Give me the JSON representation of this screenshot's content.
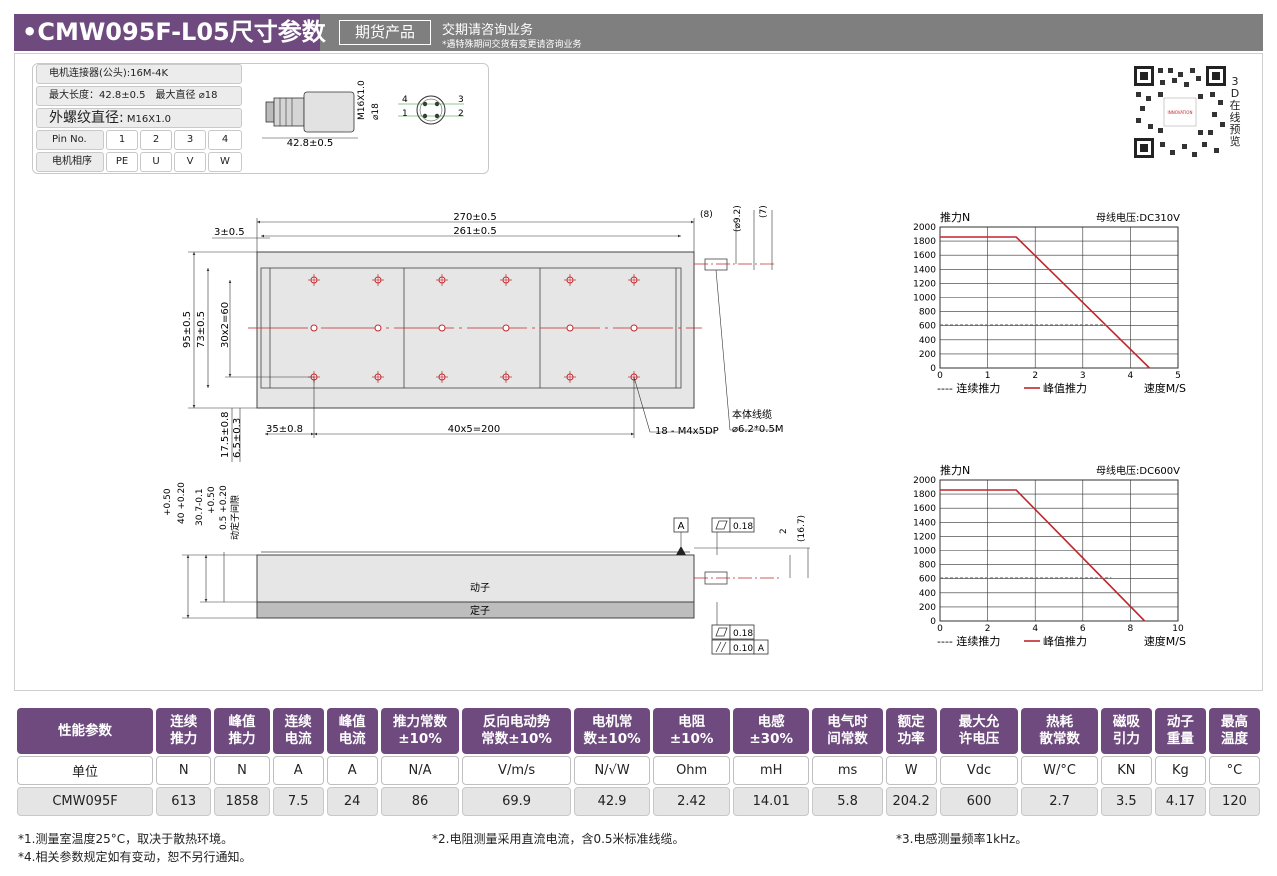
{
  "header": {
    "title": "•CMW095F-L05尺寸参数",
    "tag": "期货产品",
    "note_main": "交期请咨询业务",
    "note_sub": "*遇特殊期间交货有变更请咨询业务"
  },
  "connector": {
    "type_line": "电机连接器(公头):16M-4K",
    "length_line": "最大长度：42.8±0.5　最大直径 ⌀18",
    "thread_label": "外螺纹直径:",
    "thread_value": "M16X1.0",
    "pin_label": "Pin No.",
    "pins": [
      "1",
      "2",
      "3",
      "4"
    ],
    "phase_label": "电机相序",
    "phases": [
      "PE",
      "U",
      "V",
      "W"
    ],
    "dim_length": "42.8±0.5",
    "dim_thread": "M16X1.0",
    "dim_dia": "⌀18",
    "pin_nums": [
      "4",
      "3",
      "1",
      "2"
    ]
  },
  "qr": {
    "label": "3D在线预览",
    "center_text": "INNOVATION"
  },
  "drawing_top": {
    "d270": "270±0.5",
    "d261": "261±0.5",
    "d8": "(8)",
    "d92": "(⌀9.2)",
    "d7": "(7)",
    "d3": "3±0.5",
    "d95": "95±0.5",
    "d73": "73±0.5",
    "d30": "30x2=60",
    "d175": "17.5±0.8",
    "d65": "6.5±0.3",
    "d35": "35±0.8",
    "d40x5": "40x5=200",
    "holes": "18 - M4x5DP",
    "cable_label": "本体线缆",
    "cable_spec": "⌀6.2*0.5M"
  },
  "drawing_side": {
    "d40": "40 +0.20",
    "d40a": "+0.50",
    "d307": "30.7-0.1",
    "d05": "0.5 +0.20",
    "d05a": "+0.50",
    "d05b": "动定子间隙",
    "mover": "动子",
    "stator": "定子",
    "datum": "A",
    "flat1": "0.18",
    "flat2": "0.18",
    "par": "0.10",
    "par_ref": "A",
    "d2": "2",
    "d167": "(16.7)"
  },
  "charts": {
    "y_title": "推力N",
    "x_title": "速度M/S",
    "legend_cont": "---- 连续推力",
    "legend_peak": "峰值推力",
    "peak_color": "#c0272d",
    "cont_color": "#8a8a8a"
  },
  "chart_data": [
    {
      "type": "line",
      "title": "母线电压:DC310V",
      "xlabel": "速度M/S",
      "ylabel": "推力N",
      "xlim": [
        0,
        5
      ],
      "ylim": [
        0,
        2000
      ],
      "x_ticks": [
        "0",
        "1",
        "2",
        "3",
        "4",
        "5"
      ],
      "y_ticks": [
        "0",
        "200",
        "400",
        "600",
        "800",
        "1000",
        "1200",
        "1400",
        "1600",
        "1800",
        "2000"
      ],
      "series": [
        {
          "name": "峰值推力",
          "x": [
            0,
            1.6,
            4.4
          ],
          "y": [
            1858,
            1858,
            0
          ]
        },
        {
          "name": "连续推力",
          "x": [
            0,
            3.5
          ],
          "y": [
            613,
            613
          ]
        }
      ]
    },
    {
      "type": "line",
      "title": "母线电压:DC600V",
      "xlabel": "速度M/S",
      "ylabel": "推力N",
      "xlim": [
        0,
        10
      ],
      "ylim": [
        0,
        2000
      ],
      "x_ticks": [
        "0",
        "2",
        "4",
        "6",
        "8",
        "10"
      ],
      "y_ticks": [
        "0",
        "200",
        "400",
        "600",
        "800",
        "1000",
        "1200",
        "1400",
        "1600",
        "1800",
        "2000"
      ],
      "series": [
        {
          "name": "峰值推力",
          "x": [
            0,
            3.2,
            8.6
          ],
          "y": [
            1858,
            1858,
            0
          ]
        },
        {
          "name": "连续推力",
          "x": [
            0,
            7.2
          ],
          "y": [
            613,
            613
          ]
        }
      ]
    }
  ],
  "spec": {
    "headers": [
      "性能参数",
      "连续\n推力",
      "峰值\n推力",
      "连续\n电流",
      "峰值\n电流",
      "推力常数\n±10%",
      "反向电动势\n常数±10%",
      "电机常\n数±10%",
      "电阻\n±10%",
      "电感\n±30%",
      "电气时\n间常数",
      "额定\n功率",
      "最大允\n许电压",
      "热耗\n散常数",
      "磁吸\n引力",
      "动子\n重量",
      "最高\n温度"
    ],
    "units": [
      "单位",
      "N",
      "N",
      "A",
      "A",
      "N/A",
      "V/m/s",
      "N/√W",
      "Ohm",
      "mH",
      "ms",
      "W",
      "Vdc",
      "W/°C",
      "KN",
      "Kg",
      "°C"
    ],
    "values": [
      "CMW095F",
      "613",
      "1858",
      "7.5",
      "24",
      "86",
      "69.9",
      "42.9",
      "2.42",
      "14.01",
      "5.8",
      "204.2",
      "600",
      "2.7",
      "3.5",
      "4.17",
      "120"
    ]
  },
  "notes": {
    "n1": "*1.测量室温度25°C，取决于散热环境。",
    "n2": "*2.电阻测量采用直流电流，含0.5米标准线缆。",
    "n3": "*3.电感测量频率1kHz。",
    "n4": "*4.相关参数规定如有变动，恕不另行通知。"
  }
}
